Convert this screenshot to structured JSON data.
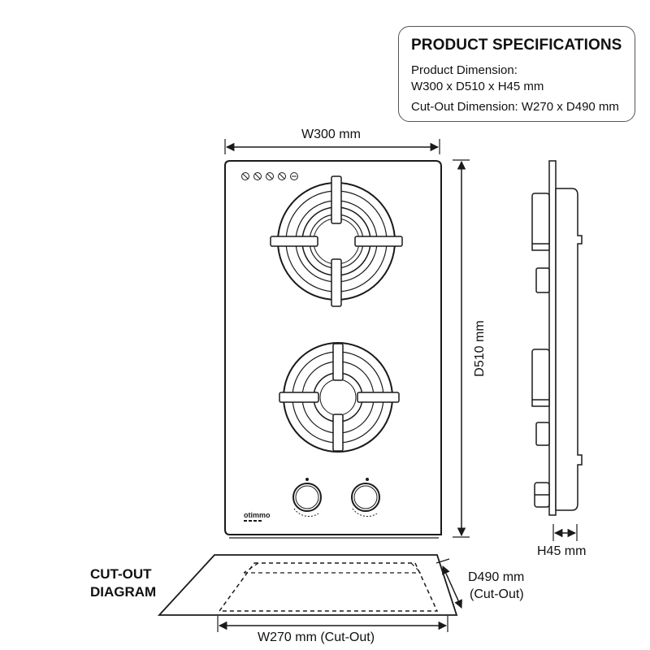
{
  "specifications": {
    "title": "PRODUCT SPECIFICATIONS",
    "product_dimension_label": "Product Dimension:",
    "product_dimension_value": "W300 x D510 x H45 mm",
    "cutout_dimension": "Cut-Out Dimension: W270 x D490 mm"
  },
  "top_view": {
    "width_label": "W300 mm",
    "depth_label": "D510 mm",
    "brand": "otimmo",
    "burner_count": 2,
    "knob_count": 2
  },
  "side_view": {
    "height_label": "H45 mm"
  },
  "cutout": {
    "title_line1": "CUT-OUT",
    "title_line2": "DIAGRAM",
    "width_label": "W270 mm (Cut-Out)",
    "depth_label_line1": "D490 mm",
    "depth_label_line2": "(Cut-Out)"
  },
  "colors": {
    "line": "#1a1a1a",
    "panel_border": "#555555"
  }
}
